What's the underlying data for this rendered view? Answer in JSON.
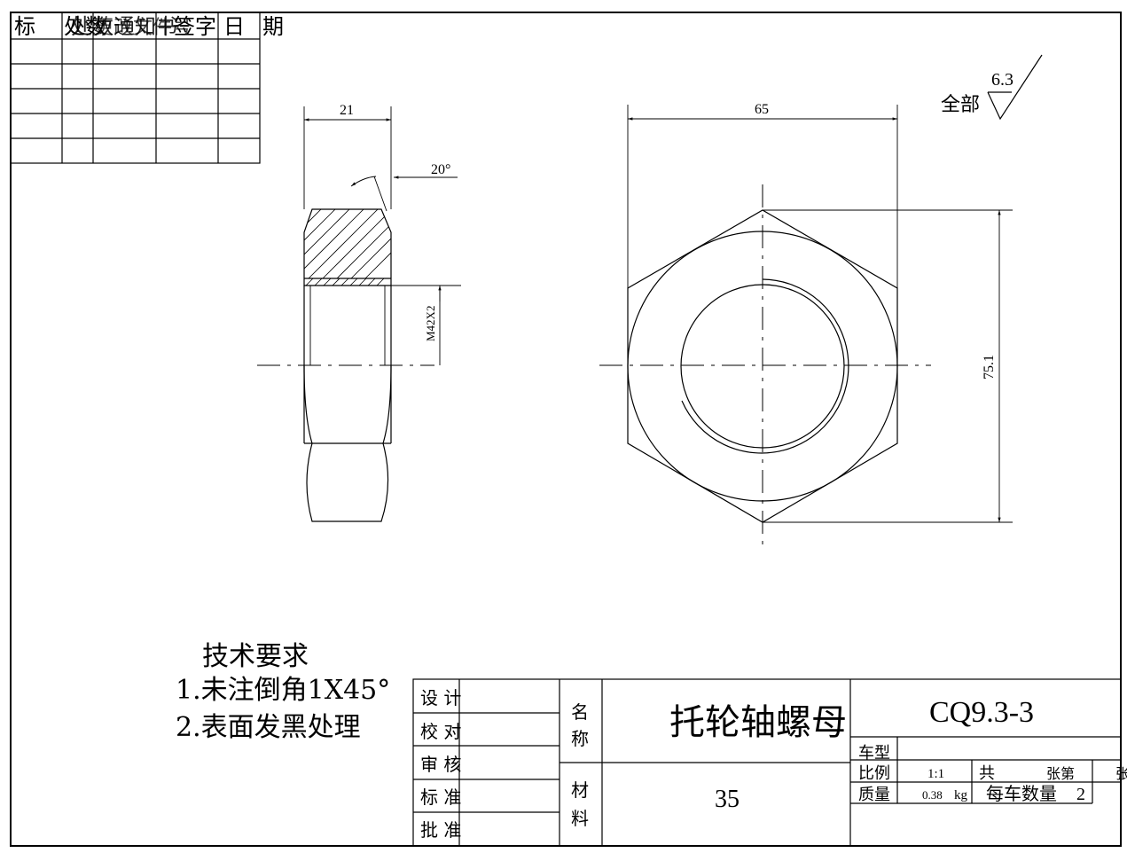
{
  "revision_table": {
    "header_cells": [
      "标",
      "处数",
      "更改文件号",
      "签字",
      "日",
      "期"
    ],
    "overlap_text": "处数通知书",
    "row_count": 5
  },
  "dimensions": {
    "side_width": "21",
    "chamfer_angle": "20°",
    "thread": "M42X2",
    "across_flats": "65",
    "across_corners": "75.1"
  },
  "surface_finish": {
    "prefix": "全部",
    "value": "6.3"
  },
  "tech_requirements": {
    "title": "技术要求",
    "items": [
      "1.未注倒角1X45°",
      "2.表面发黑处理"
    ]
  },
  "title_block": {
    "roles": [
      "设 计",
      "校 对",
      "审 核",
      "标 准",
      "批 准"
    ],
    "name_label_1": "名",
    "name_label_2": "称",
    "part_name": "托轮轴螺母",
    "material_label_1": "材",
    "material_label_2": "料",
    "material": "35",
    "drawing_no": "CQ9.3-3",
    "vehicle_label": "车型",
    "scale_label": "比例",
    "scale": "1:1",
    "total_label": "共",
    "sheet_label": "张第",
    "sheet_suffix": "张",
    "mass_label": "质量",
    "mass": "0.38",
    "mass_unit": "kg",
    "qty_label": "每车数量",
    "qty": "2"
  }
}
